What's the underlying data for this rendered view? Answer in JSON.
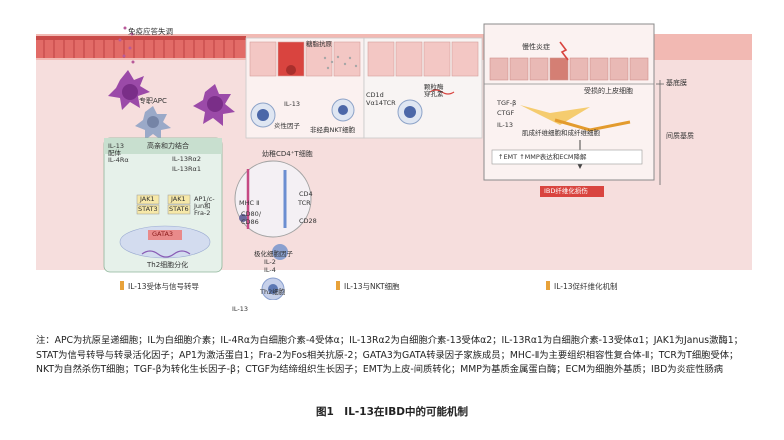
{
  "figure": {
    "labels": {
      "immune_dysregulation": "免疫应答失调",
      "prof_apc": "专职APC",
      "il13_receptor": "IL-13\n配体\nIL-4Rα",
      "high_affinity": "高亲和力结合",
      "il13ra2": "IL-13Rα2",
      "il13ra1": "IL-13Rα1",
      "jak1_a": "JAK1",
      "stat3": "STAT3",
      "jak1_b": "JAK1",
      "stat6": "STAT6",
      "ap1": "AP1/c-\nJun和\nFra-2",
      "gata3": "GATA3",
      "th2_diff": "Th2细胞分化",
      "naive_cd4": "幼稚CD4⁺T细胞",
      "mhc2": "MHC Ⅱ",
      "cd4": "CD4",
      "tcr_a": "TCR",
      "cd80": "CD80/",
      "cd86": "CD86",
      "cd28": "CD28",
      "polarizing": "极化细胞因子",
      "il2": "IL-2",
      "il4": "IL-4",
      "th2_cell": "Th2细胞",
      "il13_secreted": "IL-13",
      "glycolipid": "糖脂抗原",
      "il13_nkt": "IL-13",
      "inflammatory": "炎性因子",
      "nonclassical_nkt": "非经典NKT细胞",
      "cd1d": "CD1d",
      "va14tcr": "Vα14TCR",
      "granzyme": "颗粒酶\n穿孔素",
      "chronic_inflammation": "慢性炎症",
      "damaged_epithelium": "受损的上皮细胞",
      "basement_membrane": "基底膜",
      "tgfb": "TGF-β",
      "ctgf": "CTGF",
      "il13_fib": "IL-13",
      "fibroblasts": "肌成纤维细胞和成纤维细胞",
      "interstitial": "间质基质",
      "emt": "↑EMT ↑MMP表达和ECM降解",
      "ibd_fibrosis": "IBD纤维化损伤"
    },
    "legend": [
      {
        "label": "IL-13受体与信号转导",
        "color": "#e8a23a"
      },
      {
        "label": "IL-13与NKT细胞",
        "color": "#e8a23a"
      },
      {
        "label": "IL-13促纤维化机制",
        "color": "#e8a23a"
      }
    ]
  },
  "notes": "注：APC为抗原呈递细胞；IL为白细胞介素；IL-4Rα为白细胞介素-4受体α；IL-13Rα2为白细胞介素-13受体α2；IL-13Rα1为白细胞介素-13受体α1；JAK1为Janus激酶1；STAT为信号转导与转录活化因子；AP1为激活蛋白1；Fra-2为Fos相关抗原-2；GATA3为GATA转录因子家族成员；MHC-Ⅱ为主要组织相容性复合体-Ⅱ；TCR为T细胞受体；NKT为自然杀伤T细胞；TGF-β为转化生长因子-β；CTGF为结缔组织生长因子；EMT为上皮-间质转化；MMP为基质金属蛋白酶；ECM为细胞外基质；IBD为炎症性肠病",
  "caption": "图1　IL-13在IBD中的可能机制"
}
